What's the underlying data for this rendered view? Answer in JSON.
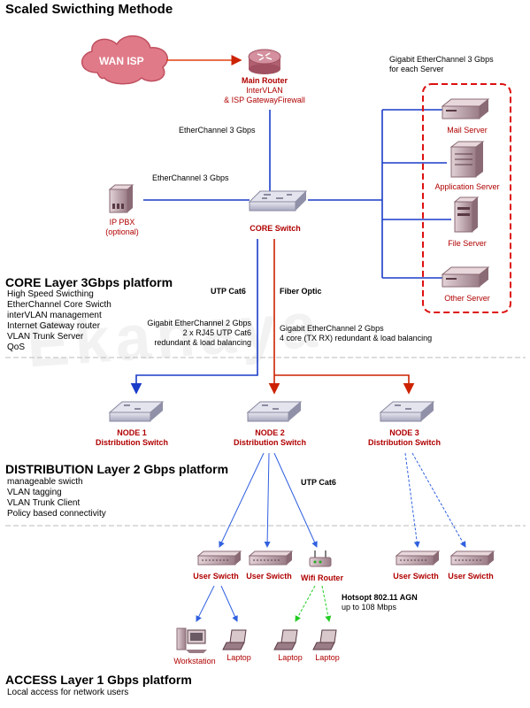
{
  "title": "Scaled Swicthing Methode",
  "watermark": "Ekanaya",
  "wan": "WAN ISP",
  "router": {
    "name": "Main Router",
    "desc1": "InterVLAN",
    "desc2": "& ISP GatewayFirewall"
  },
  "links": {
    "router_core": "EtherChannel 3 Gbps",
    "pbx_core": "EtherChannel 3 Gbps",
    "servers_top1": "Gigabit EtherChannel 3 Gbps",
    "servers_top2": "for each Server",
    "utp_cat6": "UTP Cat6",
    "fiber": "Fiber Optic",
    "utp_note1": "Gigabit EtherChannel 2 Gbps",
    "utp_note2": "2 x RJ45 UTP Cat6",
    "utp_note3": "redundant & load balancing",
    "fiber_note1": "Gigabit EtherChannel 2 Gbps",
    "fiber_note2": "4 core (TX RX) redundant & load balancing",
    "dist_utp": "UTP Cat6",
    "wifi1": "Hotsopt 802.11 AGN",
    "wifi2": "up to 108 Mbps"
  },
  "servers": [
    "Mail Server",
    "Application Server",
    "File Server",
    "Other Server"
  ],
  "pbx": {
    "name": "IP PBX",
    "note": "(optional)"
  },
  "core": "CORE Switch",
  "core_section": {
    "title": "CORE Layer 3Gbps platform",
    "items": [
      "High Speed Swicthing",
      "EtherChannel Core Swicth",
      "interVLAN management",
      "Internet Gateway router",
      "VLAN Trunk Server",
      "QoS"
    ]
  },
  "nodes": [
    {
      "name": "NODE 1",
      "sub": "Distribution Switch"
    },
    {
      "name": "NODE 2",
      "sub": "Distribution Switch"
    },
    {
      "name": "NODE 3",
      "sub": "Distribution Switch"
    }
  ],
  "dist_section": {
    "title": "DISTRIBUTION Layer 2 Gbps platform",
    "items": [
      "manageable swicth",
      "VLAN tagging",
      "VLAN Trunk Client",
      "Policy based connectivity"
    ]
  },
  "access_devices": [
    "User Swicth",
    "User Swicth",
    "Wifi Router",
    "User Swicth",
    "User Swicth"
  ],
  "endpoints": [
    "Workstation",
    "Laptop",
    "Laptop",
    "Laptop"
  ],
  "access_section": {
    "title": "ACCESS Layer 1 Gbps platform",
    "desc": "Local access for network users"
  },
  "colors": {
    "red": "#b00000",
    "blue": "#1a3cc8",
    "green": "#22cc22",
    "switch": "#c8c8d8"
  }
}
